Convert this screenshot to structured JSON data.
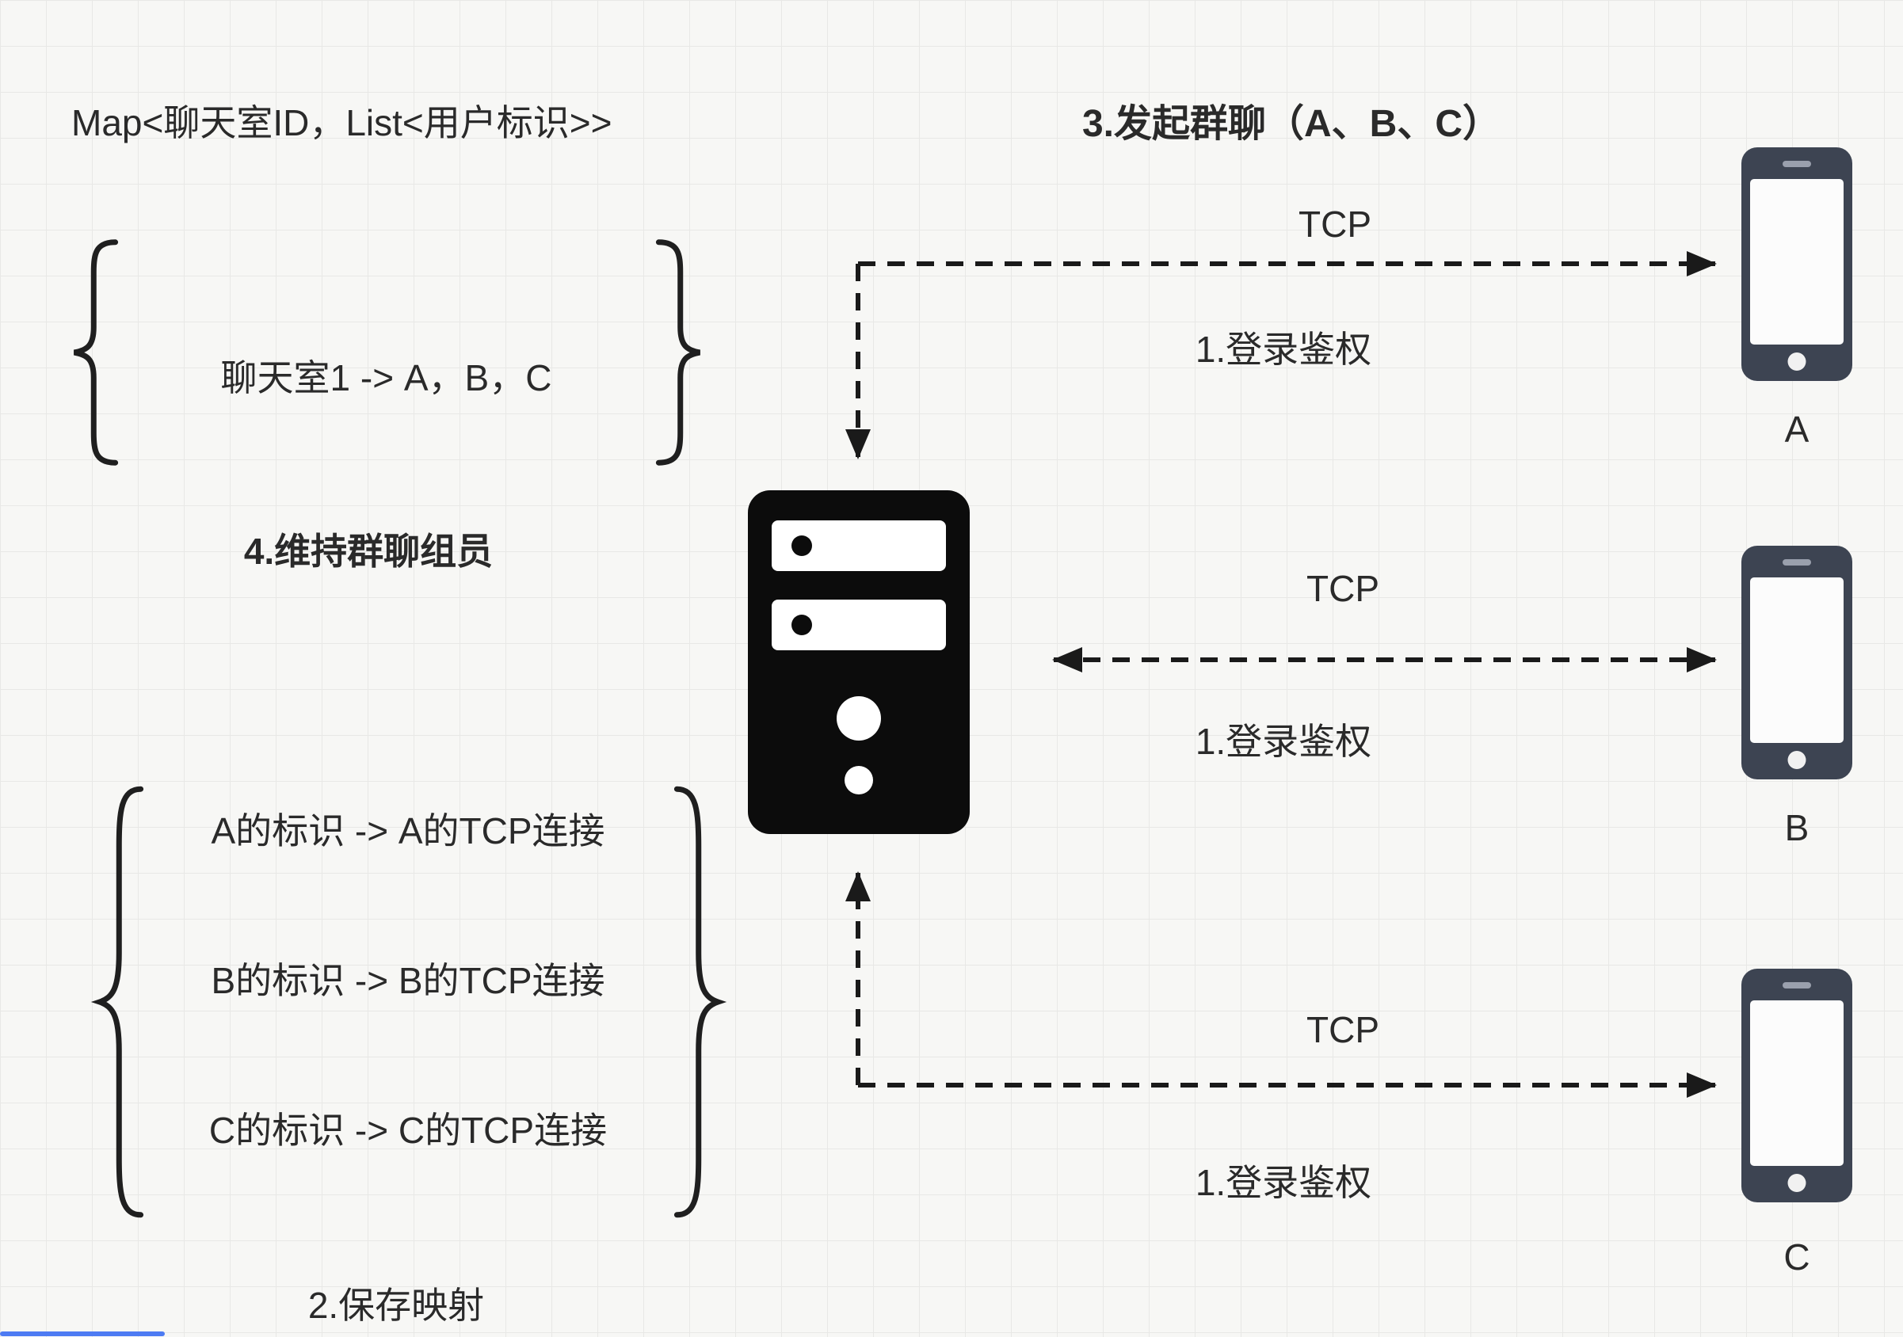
{
  "canvas": {
    "background": "#f7f7f5",
    "grid_color": "#e8e8e6",
    "ink_color": "#1a1a1a",
    "phone_body_color": "#3d4452",
    "accent_blue": "#4d7bf3"
  },
  "left_panel": {
    "map_declaration": "Map<聊天室ID，List<用户标识>>",
    "chatroom_block": {
      "entry": "聊天室1 -> A，B，C"
    },
    "step4_label": "4.维持群聊组员",
    "mapping_block": {
      "entries": [
        "A的标识 -> A的TCP连接",
        "B的标识 -> B的TCP连接",
        "C的标识 -> C的TCP连接"
      ]
    },
    "step2_label": "2.保存映射"
  },
  "center": {
    "server_icon": "server-icon"
  },
  "right_panel": {
    "step3_label": "3.发起群聊（A、B、C）",
    "connections": [
      {
        "protocol": "TCP",
        "step": "1.登录鉴权",
        "client": "A"
      },
      {
        "protocol": "TCP",
        "step": "1.登录鉴权",
        "client": "B"
      },
      {
        "protocol": "TCP",
        "step": "1.登录鉴权",
        "client": "C"
      }
    ]
  }
}
